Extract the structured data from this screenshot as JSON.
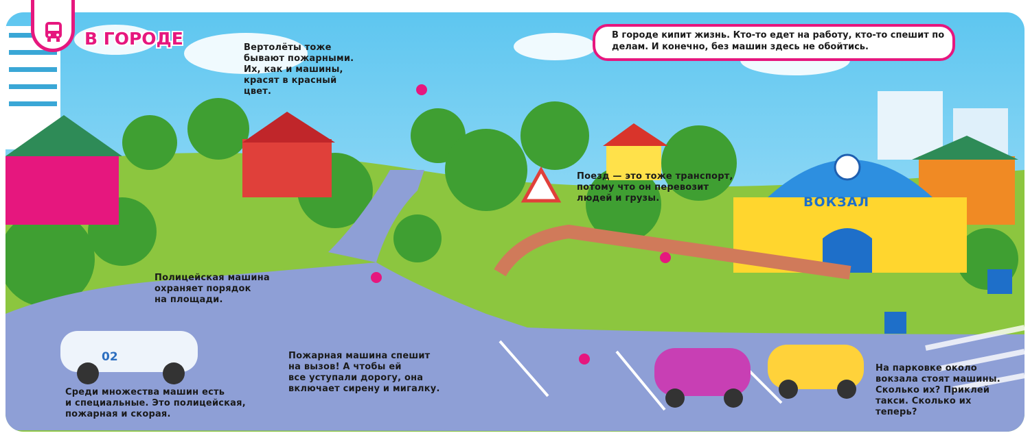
{
  "header": {
    "title": "В ГОРОДЕ",
    "section_icon": "bus-icon"
  },
  "intro_text": "В городе кипит жизнь. Кто-то едет на работу, кто-то спешит по делам. И конечно, без машин здесь не обойтись.",
  "captions": {
    "helicopters": "Вертолёты тоже\nбывают пожарными.\nИх, как и машины,\nкрасят в красный\nцвет.",
    "train": "Поезд — это тоже транспорт,\nпотому что он перевозит\nлюдей и грузы.",
    "police": "Полицейская машина\nохраняет порядок\nна площади.",
    "fire_truck": "Пожарная машина спешит\nна вызов! А чтобы ей\nвсе уступали дорогу, она\nвключает сирену и мигалку.",
    "special": "Среди множества машин есть\nи специальные. Это полицейская,\nпожарная и скорая.",
    "parking": "На парковке около\nвокзала стоят машины.\nСколько их? Приклей\nтакси. Сколько их\nтеперь?"
  },
  "station_sign": "ВОКЗАЛ",
  "police_car_number": "02",
  "colors": {
    "accent": "#e6177e",
    "sky": "#7fd0f2",
    "grass": "#8cc63f",
    "road": "#8e9fd6"
  }
}
